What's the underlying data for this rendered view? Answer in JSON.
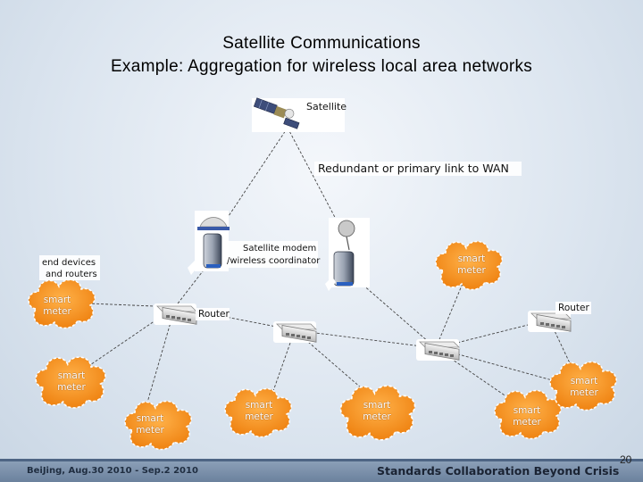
{
  "title_line1": "Satellite Communications",
  "title_line2": "Example: Aggregation for wireless local area networks",
  "labels": {
    "satellite": "Satellite",
    "link": "Redundant or primary link to WAN",
    "modem_line1": "Satellite modem",
    "modem_line2": "/wireless coordinator",
    "end_devices_line1": "end devices",
    "end_devices_line2": "and routers",
    "router_left": "Router",
    "router_right": "Router"
  },
  "clouds": [
    {
      "line1": "smart",
      "line2": "meter"
    },
    {
      "line1": "smart",
      "line2": "meter"
    },
    {
      "line1": "smart",
      "line2": "meter"
    },
    {
      "line1": "smart",
      "line2": "meter"
    },
    {
      "line1": "smart",
      "line2": "meter"
    },
    {
      "line1": "smart",
      "line2": "meter"
    },
    {
      "line1": "smart",
      "line2": "meter"
    },
    {
      "line1": "smart",
      "line2": "meter"
    }
  ],
  "footer": {
    "left": "BeiJing,   Aug.30 2010 - Sep.2  2010",
    "right": "Standards Collaboration Beyond Crisis",
    "page": "20"
  },
  "colors": {
    "cloud": "#f5931f",
    "device": "#4a5f8f"
  }
}
